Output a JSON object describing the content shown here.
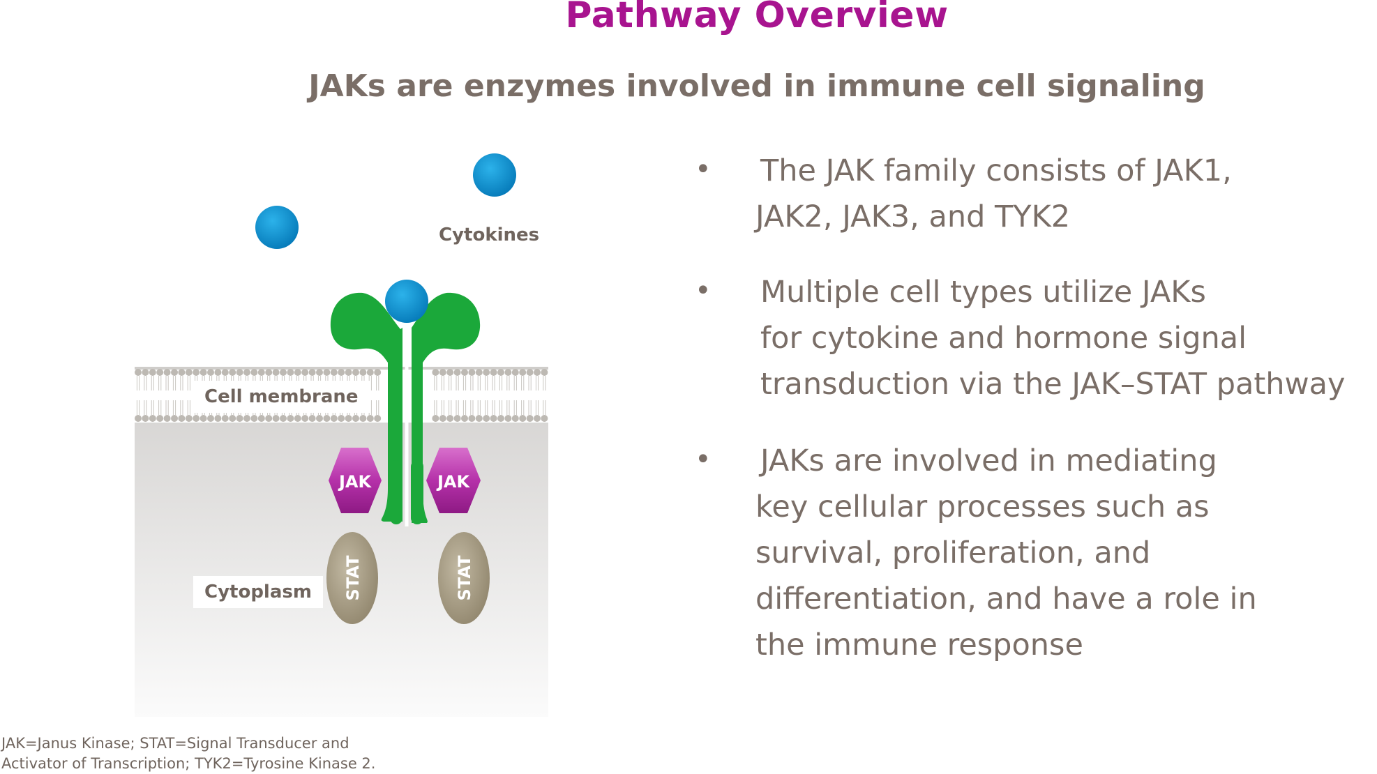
{
  "header": {
    "title": "Pathway Overview",
    "subtitle": "JAKs are enzymes involved in immune cell signaling"
  },
  "diagram": {
    "cytokines_label": "Cytokines",
    "membrane_label": "Cell membrane",
    "cytoplasm_label": "Cytoplasm",
    "jak_left": "JAK",
    "jak_right": "JAK",
    "stat_left": "STAT",
    "stat_right": "STAT",
    "colors": {
      "cytokine": "#0a8fd1",
      "receptor": "#1ba83a",
      "jak": "#b531a9",
      "stat": "#a39880",
      "title": "#a8148f"
    }
  },
  "bullets": [
    {
      "line1": "The JAK family consists of JAK1,",
      "line2": "JAK2, JAK3, and TYK2"
    },
    {
      "line1": "Multiple cell types utilize JAKs",
      "line2": "for cytokine and hormone signal",
      "line3": "transduction via the JAK–STAT pathway"
    },
    {
      "line1": "JAKs are involved in mediating",
      "line2": "key cellular processes such as",
      "line3": "survival, proliferation, and",
      "line4": "differentiation, and have a role in",
      "line5": "the immune response"
    }
  ],
  "footnote": {
    "line1": "JAK=Janus Kinase; STAT=Signal Transducer and",
    "line2": "Activator of Transcription; TYK2=Tyrosine Kinase 2."
  }
}
